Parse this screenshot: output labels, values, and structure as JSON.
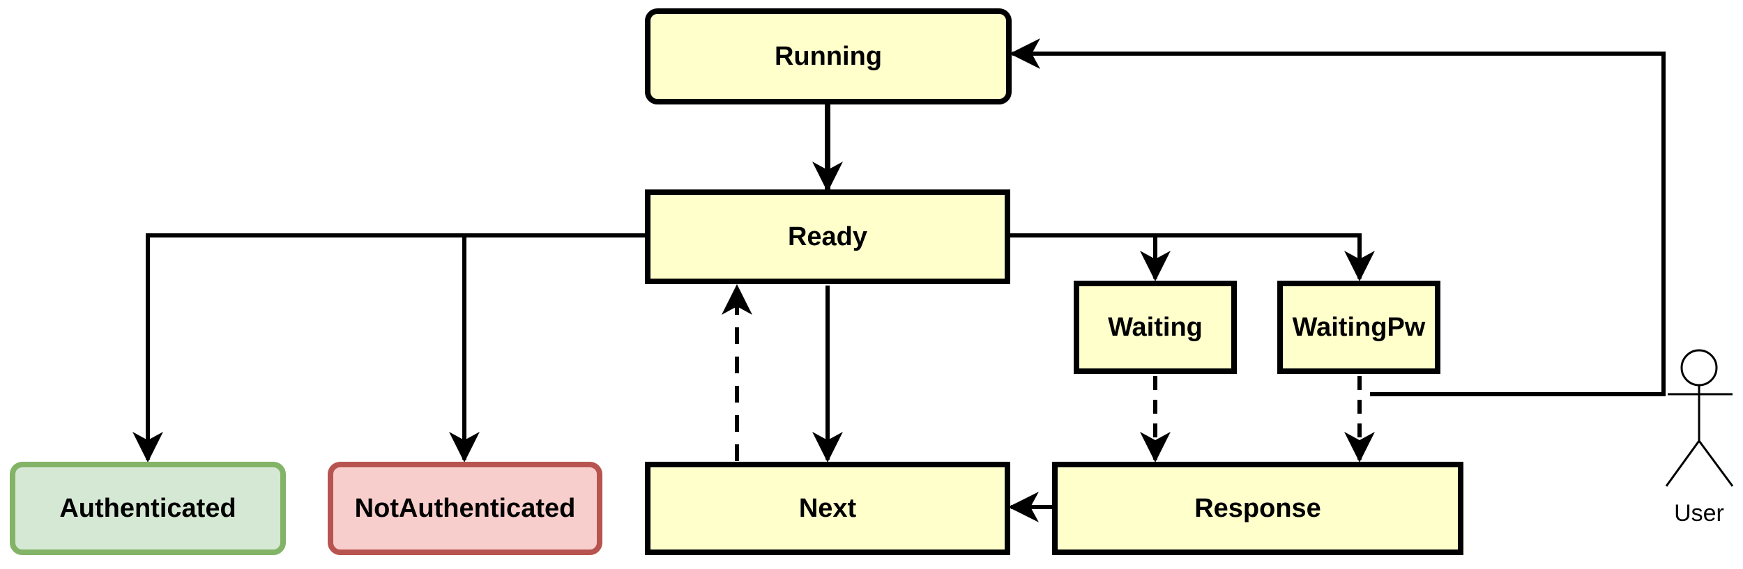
{
  "nodes": {
    "running": "Running",
    "ready": "Ready",
    "waiting": "Waiting",
    "waitingpw": "WaitingPw",
    "authenticated": "Authenticated",
    "notauthenticated": "NotAuthenticated",
    "next": "Next",
    "response": "Response"
  },
  "actor": {
    "label": "User"
  },
  "colors": {
    "state_fill": "#ffffcc",
    "auth_fill": "#d5e8d4",
    "auth_stroke": "#82b366",
    "notauth_fill": "#f8cecc",
    "notauth_stroke": "#b85450",
    "line": "#000000"
  }
}
